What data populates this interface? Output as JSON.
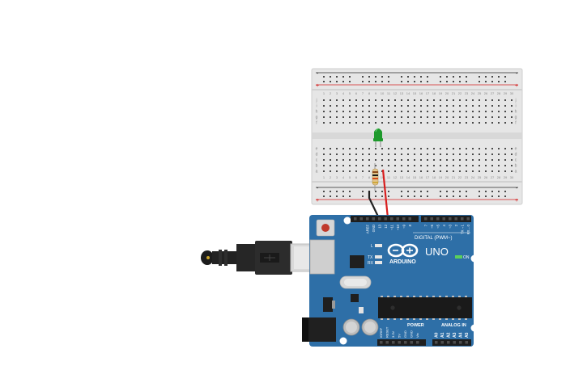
{
  "breadboard": {
    "columns": 30,
    "row_letters_top": [
      "j",
      "i",
      "h",
      "g",
      "f"
    ],
    "row_letters_bottom": [
      "e",
      "d",
      "c",
      "b",
      "a"
    ],
    "rail_minus": "-",
    "rail_plus": "+",
    "rail_minus_color": "#2a2a2a",
    "rail_plus_color": "#d32222"
  },
  "led": {
    "color": "#1e9a2c"
  },
  "resistor": {
    "band_colors": [
      "#8b4a1a",
      "#1a1a1a",
      "#d44a1a",
      "#c9a227"
    ]
  },
  "wires": {
    "black_color": "#222222",
    "red_color": "#d81e1e"
  },
  "arduino": {
    "board_color": "#2e6fa7",
    "logo_text": "ARDUINO",
    "model_text": "UNO",
    "digital_label": "DIGITAL (PWM~)",
    "power_label": "POWER",
    "analog_label": "ANALOG IN",
    "on_label": "ON",
    "tx_label": "TX",
    "rx_label": "RX",
    "l_label": "L",
    "top_pin_labels": [
      "AREF",
      "GND",
      "13",
      "12",
      "~11",
      "~10",
      "~9",
      "8",
      "7",
      "~6",
      "~5",
      "4",
      "~3",
      "2",
      "TX→1",
      "RX←0"
    ],
    "power_pin_labels": [
      "IOREF",
      "RESET",
      "3.3V",
      "5V",
      "GND",
      "GND",
      "Vin"
    ],
    "analog_pin_labels": [
      "A0",
      "A1",
      "A2",
      "A3",
      "A4",
      "A5"
    ]
  }
}
